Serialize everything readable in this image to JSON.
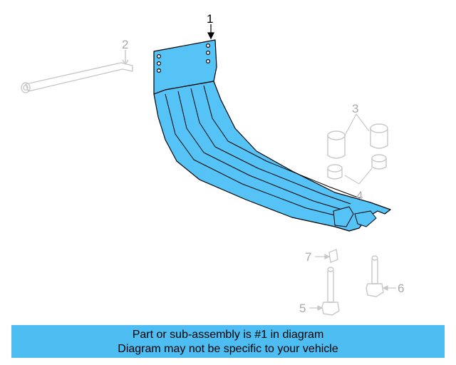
{
  "callouts": {
    "c1": "1",
    "c2": "2",
    "c3": "3",
    "c4": "4",
    "c5": "5",
    "c6": "6",
    "c7": "7"
  },
  "banner": {
    "line1": "Part or sub-assembly is #1 in diagram",
    "line2": "Diagram may not be specific to your vehicle"
  },
  "colors": {
    "highlight": "#4dbdf2",
    "part_fill": "#55c3f6",
    "ghost_line": "#c8c8c8",
    "outline": "#000000"
  }
}
